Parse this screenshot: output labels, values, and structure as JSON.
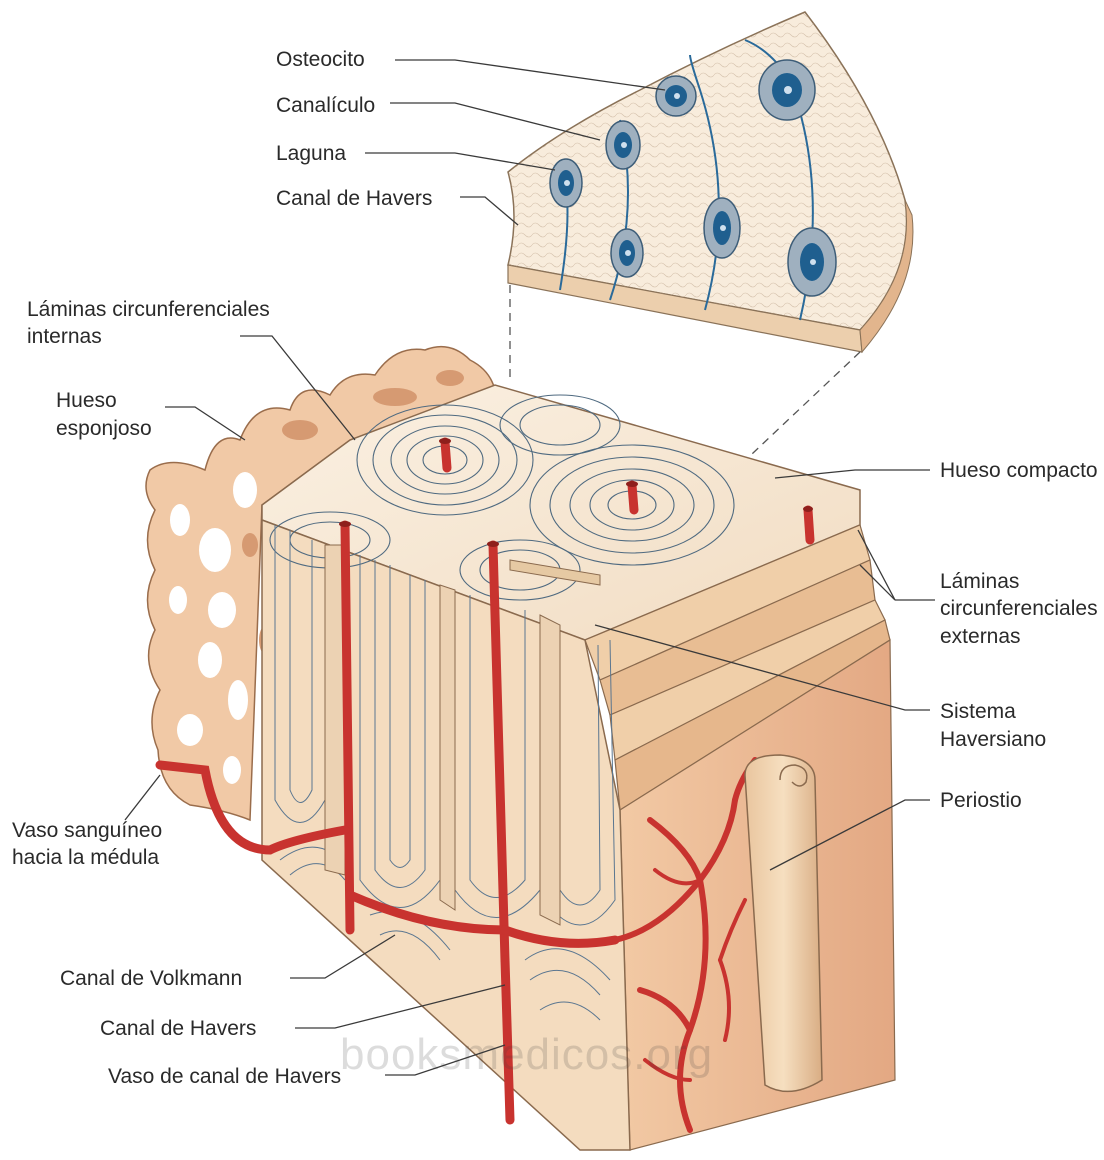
{
  "labels": {
    "osteocito": "Osteocito",
    "canaliculo": "Canalículo",
    "laguna": "Laguna",
    "canal_havers_top": "Canal de Havers",
    "laminas_internas_1": "Láminas circunferenciales",
    "laminas_internas_2": "internas",
    "hueso_esponjoso_1": "Hueso",
    "hueso_esponjoso_2": "esponjoso",
    "hueso_compacto": "Hueso compacto",
    "laminas_externas_1": "Láminas",
    "laminas_externas_2": "circunferenciales",
    "laminas_externas_3": "externas",
    "sistema_haversiano_1": "Sistema",
    "sistema_haversiano_2": "Haversiano",
    "periostio": "Periostio",
    "vaso_sanguineo_1": "Vaso sanguíneo",
    "vaso_sanguineo_2": "hacia la médula",
    "canal_volkmann": "Canal de Volkmann",
    "canal_havers_bottom": "Canal de Havers",
    "vaso_canal_havers": "Vaso de canal de Havers"
  },
  "watermark": "booksmedicos.org",
  "colors": {
    "bone_light": "#f7e9d6",
    "bone_mid": "#efcfae",
    "bone_dark": "#d9a57c",
    "vessel": "#c8332f",
    "vessel_dark": "#8f1f1c",
    "cell_blue": "#1f5f8f",
    "cell_gray": "#8ea3b5",
    "leader": "#3a3a3a"
  }
}
